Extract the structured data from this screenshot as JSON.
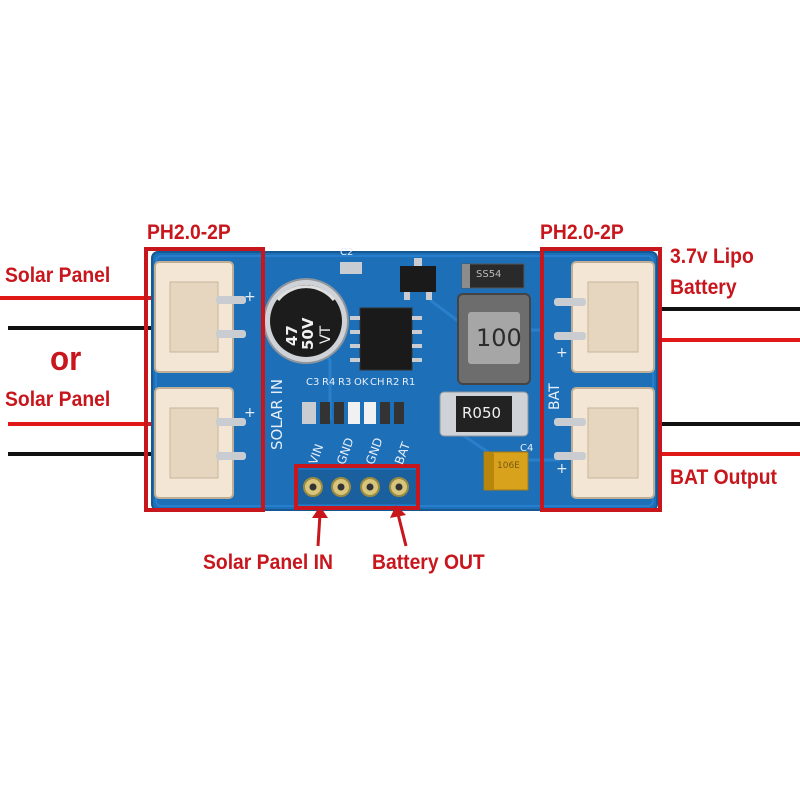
{
  "labels": {
    "left_connector_type": "PH2.0-2P",
    "right_connector_type": "PH2.0-2P",
    "solar_panel_top": "Solar Panel",
    "or": "or",
    "solar_panel_bottom": "Solar Panel",
    "lipo_line1": "3.7v Lipo",
    "lipo_line2": "Battery",
    "bat_output": "BAT Output",
    "solar_panel_in": "Solar Panel IN",
    "battery_out": "Battery OUT"
  },
  "board_markings": {
    "solar_in": "SOLAR IN",
    "bat": "BAT",
    "pins": [
      "VIN",
      "GND",
      "GND",
      "BAT"
    ],
    "capacitor_text": [
      "47",
      "50V",
      "VT"
    ],
    "inductor": "100",
    "resistor": "R050",
    "refs": [
      "C2",
      "C3",
      "R4",
      "R3",
      "OK",
      "CH",
      "R2",
      "R1",
      "C4"
    ],
    "diode": "SS54",
    "tantalum": "106E",
    "plus": "+",
    "minus": "−"
  },
  "colors": {
    "pcb": "#1d6fb8",
    "annotation_red": "#c8161d",
    "connector": "#f3e6d4",
    "wire_red": "#e01818",
    "wire_black": "#111111"
  }
}
